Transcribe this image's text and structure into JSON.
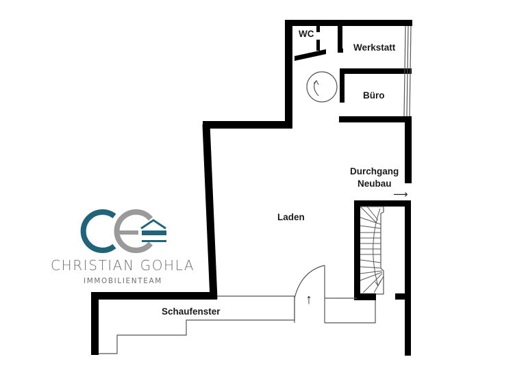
{
  "floorplan": {
    "rooms": {
      "wc": "WC",
      "werkstatt": "Werkstatt",
      "buero": "Büro",
      "durchgang_line1": "Durchgang",
      "durchgang_line2": "Neubau",
      "laden": "Laden",
      "schaufenster": "Schaufenster"
    },
    "arrows": {
      "durchgang": "⟶",
      "entrance": "↑"
    },
    "colors": {
      "wall": "#000000",
      "thin_line": "#555555",
      "background": "#ffffff"
    }
  },
  "logo": {
    "name": "CHRISTIAN GOHLA",
    "subtitle": "IMMOBILIENTEAM",
    "colors": {
      "primary": "#1f6478",
      "secondary": "#9a9a9a",
      "text": "#6f6f6f"
    }
  }
}
